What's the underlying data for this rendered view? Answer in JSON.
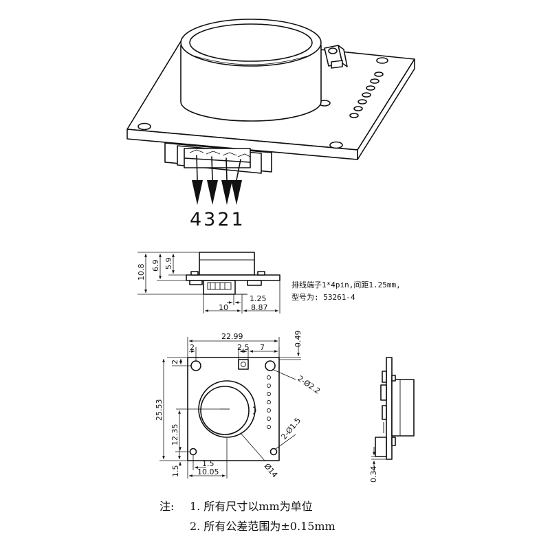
{
  "pin_labels": "4321",
  "connector_note": {
    "line1": "排线端子1*4pin,间距1.25mm,",
    "line2": "型号为: 53261-4"
  },
  "side_view_dims": {
    "total_height": "10.8",
    "dim_6_9": "6.9",
    "dim_5_9": "5.9",
    "pin_pitch": "1.25",
    "offset_10": "10",
    "offset_8_87": "8.87"
  },
  "top_view_dims": {
    "width": "22.99",
    "height": "25.53",
    "top_left_2": "2",
    "left_top_2": "2",
    "slot_2_5": "2.5",
    "slot_7": "7",
    "edge_0_49": "0.49",
    "hole_2_2": "2-Ø2.2",
    "hole_1_5": "2-Ø1.5",
    "center_y": "12.35",
    "center_x": "10.05",
    "bottom_1_5": "1.5",
    "left_1_5": "1.5",
    "lens_dia": "Ø14"
  },
  "right_view_dims": {
    "thickness": "0.34"
  },
  "notes": {
    "prefix": "注:",
    "line1": "1. 所有尺寸以mm为单位",
    "line2": "2. 所有公差范围为±0.15mm"
  }
}
